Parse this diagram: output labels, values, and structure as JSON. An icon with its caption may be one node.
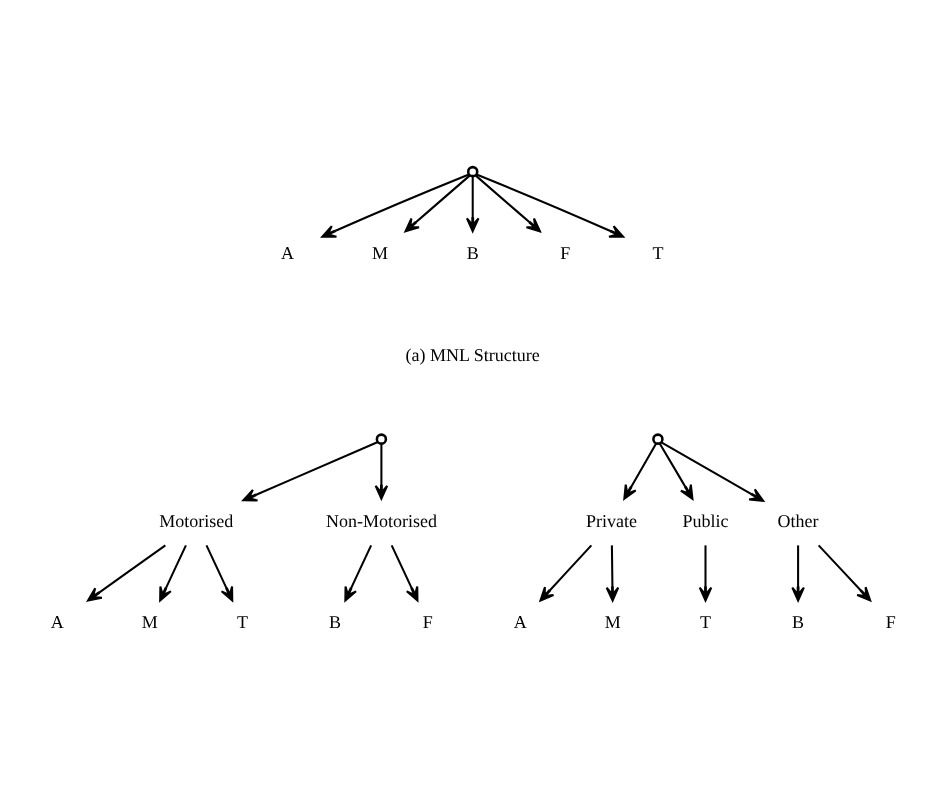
{
  "diagram": {
    "nodes": [
      {
        "text": [],
        "shape": "circle"
      },
      {
        "text": [
          "A"
        ]
      },
      {
        "text": [
          "M"
        ]
      },
      {
        "text": [
          "B"
        ]
      },
      {
        "text": [
          "F"
        ]
      },
      {
        "text": [
          "T"
        ]
      },
      {
        "text": [],
        "shape": "circle"
      },
      {
        "text": [
          "Motorised"
        ]
      },
      {
        "text": [
          "Non-Motorised"
        ]
      },
      {
        "text": [
          "A"
        ]
      },
      {
        "text": [
          "M"
        ]
      },
      {
        "text": [
          "T"
        ]
      },
      {
        "text": [
          "B"
        ]
      },
      {
        "text": [
          "F"
        ]
      },
      {
        "text": [],
        "shape": "circle"
      },
      {
        "text": [
          "Private"
        ]
      },
      {
        "text": [
          "Public"
        ]
      },
      {
        "text": [
          "Other"
        ]
      },
      {
        "text": [
          "A"
        ]
      },
      {
        "text": [
          "M"
        ]
      },
      {
        "text": [
          "T"
        ]
      },
      {
        "text": [
          "B"
        ]
      },
      {
        "text": [
          "F"
        ]
      }
    ],
    "edges": [
      {
        "from": 0,
        "to": 1,
        "arrow": "to"
      },
      {
        "from": 0,
        "to": 2,
        "arrow": "to"
      },
      {
        "from": 0,
        "to": 3,
        "arrow": "to"
      },
      {
        "from": 0,
        "to": 4,
        "arrow": "to"
      },
      {
        "from": 0,
        "to": 5,
        "arrow": "to"
      },
      {
        "from": 6,
        "to": 7,
        "arrow": "to"
      },
      {
        "from": 6,
        "to": 8,
        "arrow": "to"
      },
      {
        "from": 7,
        "to": 9,
        "arrow": "to"
      },
      {
        "from": 7,
        "to": 10,
        "arrow": "to"
      },
      {
        "from": 7,
        "to": 11,
        "arrow": "to"
      },
      {
        "from": 8,
        "to": 12,
        "arrow": "to"
      },
      {
        "from": 8,
        "to": 13,
        "arrow": "to"
      },
      {
        "from": 14,
        "to": 15,
        "arrow": "to"
      },
      {
        "from": 14,
        "to": 16,
        "arrow": "to"
      },
      {
        "from": 14,
        "to": 17,
        "arrow": "to"
      },
      {
        "from": 15,
        "to": 18,
        "arrow": "to"
      },
      {
        "from": 15,
        "to": 19,
        "arrow": "to"
      },
      {
        "from": 16,
        "to": 20,
        "arrow": "to"
      },
      {
        "from": 17,
        "to": 21,
        "arrow": "to"
      },
      {
        "from": 17,
        "to": 22,
        "arrow": "to"
      }
    ],
    "labels": [
      "(a) MNL Structure"
    ]
  }
}
